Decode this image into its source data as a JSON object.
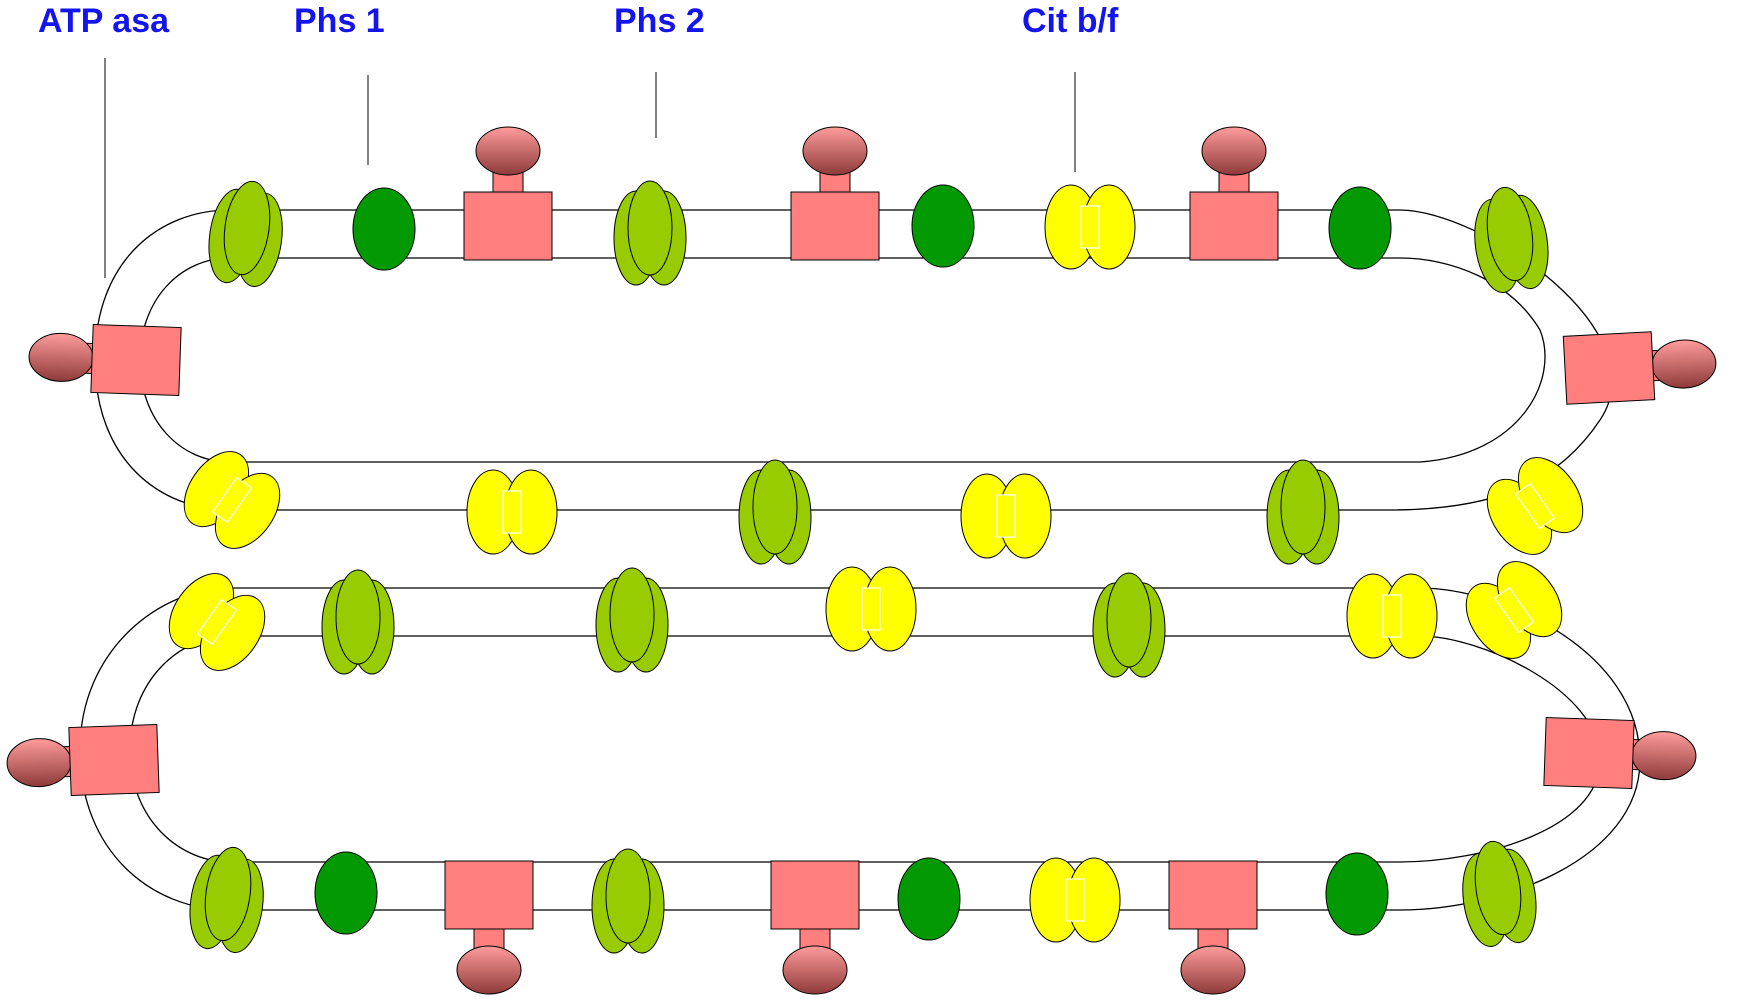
{
  "labels": {
    "atp": "ATP asa",
    "ps1": "Phs 1",
    "ps2": "Phs 2",
    "cyt": "Cit b/f"
  },
  "colors": {
    "membrane": "#000000",
    "atp_synthase": "#ff7f7f",
    "atp_head_light": "#ff9c9c",
    "atp_head_dark": "#8e3a3a",
    "photosystem1": "#029902",
    "photosystem2": "#99cc00",
    "cytochrome_bf": "#ffff00",
    "label_text": "#1414ee"
  }
}
